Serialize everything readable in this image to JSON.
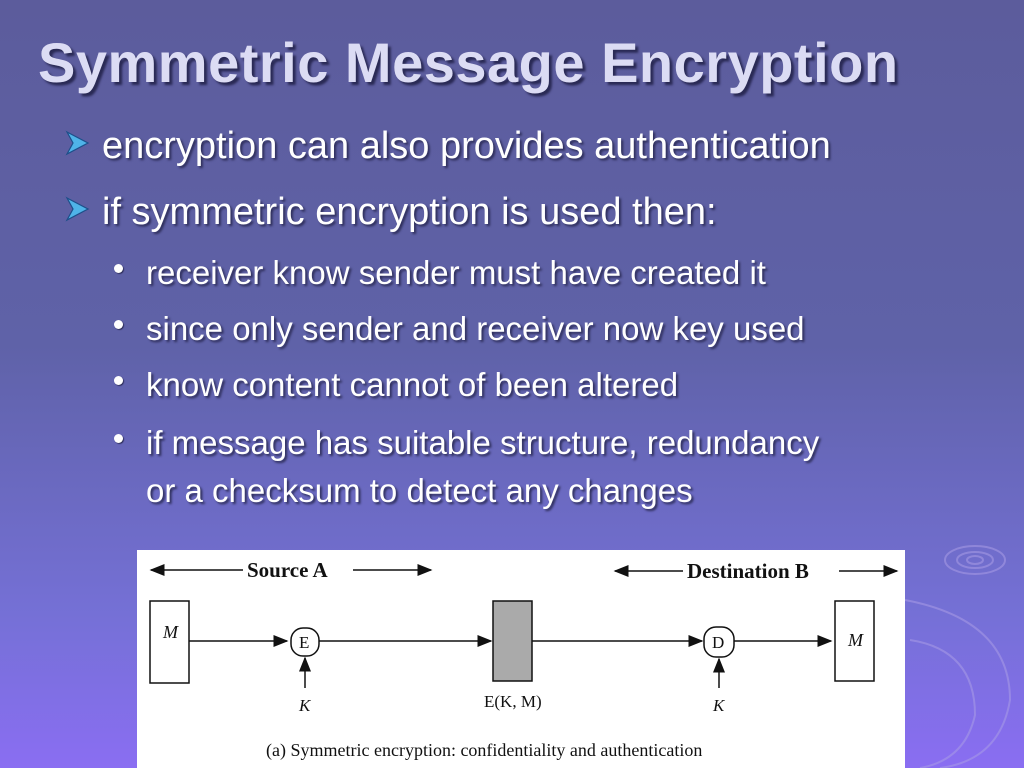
{
  "slide": {
    "title": "Symmetric Message Encryption",
    "bullets": [
      {
        "text": "encryption can also provides authentication"
      },
      {
        "text": "if symmetric encryption is used then:"
      }
    ],
    "sub_bullets": [
      {
        "line1": "receiver know sender must have created it",
        "line2": ""
      },
      {
        "line1": "since only sender and receiver now key used",
        "line2": ""
      },
      {
        "line1": "know content cannot of been altered",
        "line2": ""
      },
      {
        "line1": "if message has suitable structure, redundancy",
        "line2": "or a checksum to detect any changes"
      }
    ]
  },
  "figure": {
    "source_label": "Source A",
    "destination_label": "Destination B",
    "message_left": "M",
    "encrypt_label": "E",
    "key_left": "K",
    "ciphertext_label": "E(K, M)",
    "decrypt_label": "D",
    "key_right": "K",
    "message_right": "M",
    "caption": "(a) Symmetric encryption: confidentiality and authentication"
  },
  "colors": {
    "background_top": "#5c5c9c",
    "background_bottom": "#8a6ef2",
    "title": "#dcdcf4",
    "bullet_arrow": "#4fb3e8",
    "ciphertext_box": "#aaaaaa"
  }
}
